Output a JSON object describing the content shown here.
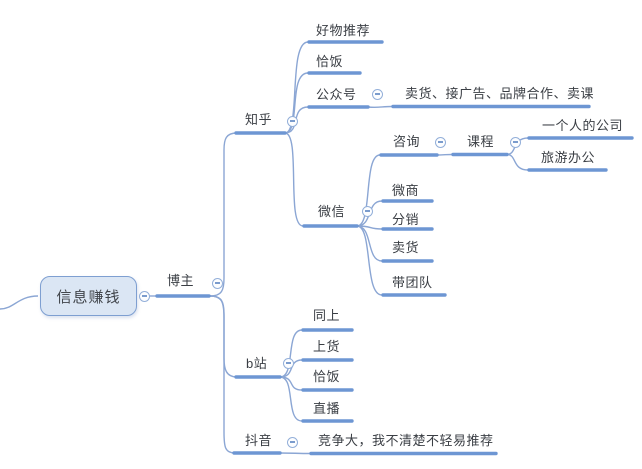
{
  "app": {
    "description": "mind map canvas"
  },
  "colors": {
    "branch_curve": "#8ba6d4",
    "topic_underline": "#6d96d3",
    "root_fill": "#dbe6f4",
    "root_border": "#7e9fd1",
    "toggle_border": "#93afd9",
    "toggle_minus": "#7b9ccd",
    "text": "#3a3e44"
  },
  "mindmap": {
    "root": "信息赚钱",
    "children": [
      {
        "label": "博主",
        "children": [
          {
            "label": "知乎",
            "children": [
              {
                "label": "好物推荐"
              },
              {
                "label": "恰饭"
              },
              {
                "label": "公众号",
                "children": [
                  {
                    "label": "卖货、接广告、品牌合作、卖课"
                  }
                ]
              },
              {
                "label": "微信",
                "children": [
                  {
                    "label": "咨询",
                    "children": [
                      {
                        "label": "课程",
                        "children": [
                          {
                            "label": "一个人的公司"
                          },
                          {
                            "label": "旅游办公"
                          }
                        ]
                      }
                    ]
                  },
                  {
                    "label": "微商"
                  },
                  {
                    "label": "分销"
                  },
                  {
                    "label": "卖货"
                  },
                  {
                    "label": "带团队"
                  }
                ]
              }
            ]
          },
          {
            "label": "b站",
            "children": [
              {
                "label": "同上"
              },
              {
                "label": "上货"
              },
              {
                "label": "恰饭"
              },
              {
                "label": "直播"
              }
            ]
          },
          {
            "label": "抖音",
            "children": [
              {
                "label": "竞争大，我不清楚不轻易推荐"
              }
            ]
          }
        ]
      }
    ]
  }
}
